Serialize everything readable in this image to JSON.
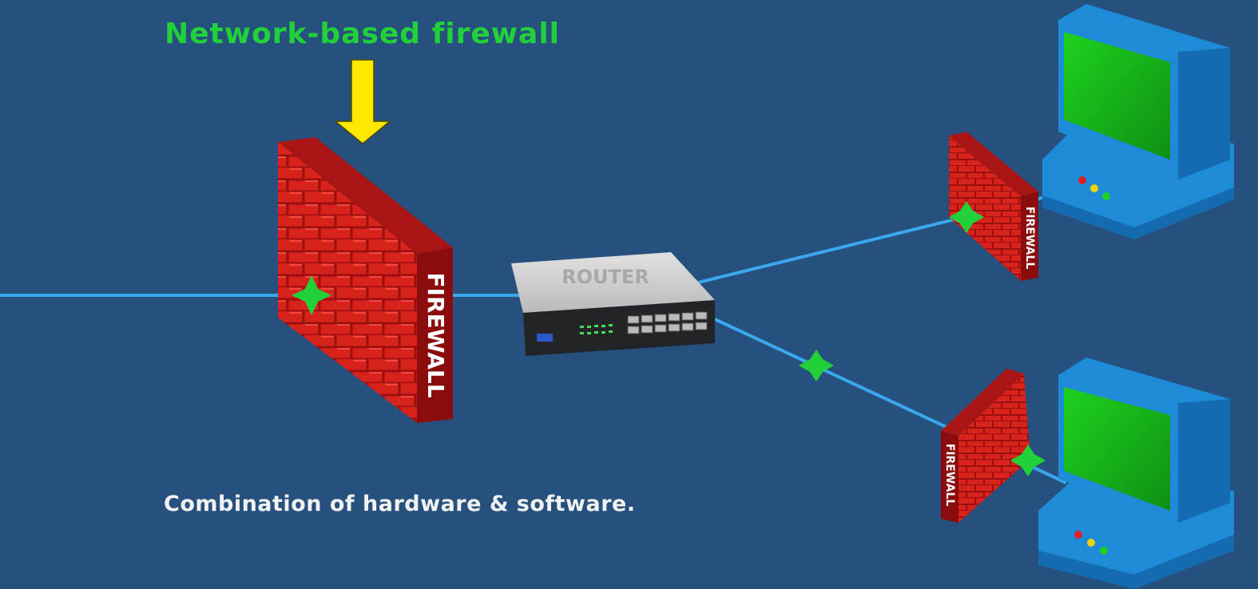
{
  "title": "Network-based firewall",
  "caption": "Combination of hardware & software.",
  "labels": {
    "main_firewall": "FIREWALL",
    "pc1_firewall": "FIREWALL",
    "pc2_firewall": "FIREWALL",
    "router": "ROUTER"
  },
  "colors": {
    "background": "#26507d",
    "title": "#22d13a",
    "caption": "#f2f2f2",
    "link": "#3aa7ee",
    "brick": "#d8231c",
    "brick_dark": "#8a0c0c",
    "router_top": "#c9c9c9",
    "router_front": "#222428",
    "arrow": "#ffe800",
    "monitor": "#1d8bd8",
    "screen": "#18b81a",
    "blocked_marker": "#22d13a"
  },
  "icons": {
    "arrow": "down-arrow-icon",
    "blocked": "blocked-star-icon",
    "computer": "desktop-computer-icon",
    "router": "router-icon",
    "firewall": "brick-wall-icon"
  }
}
